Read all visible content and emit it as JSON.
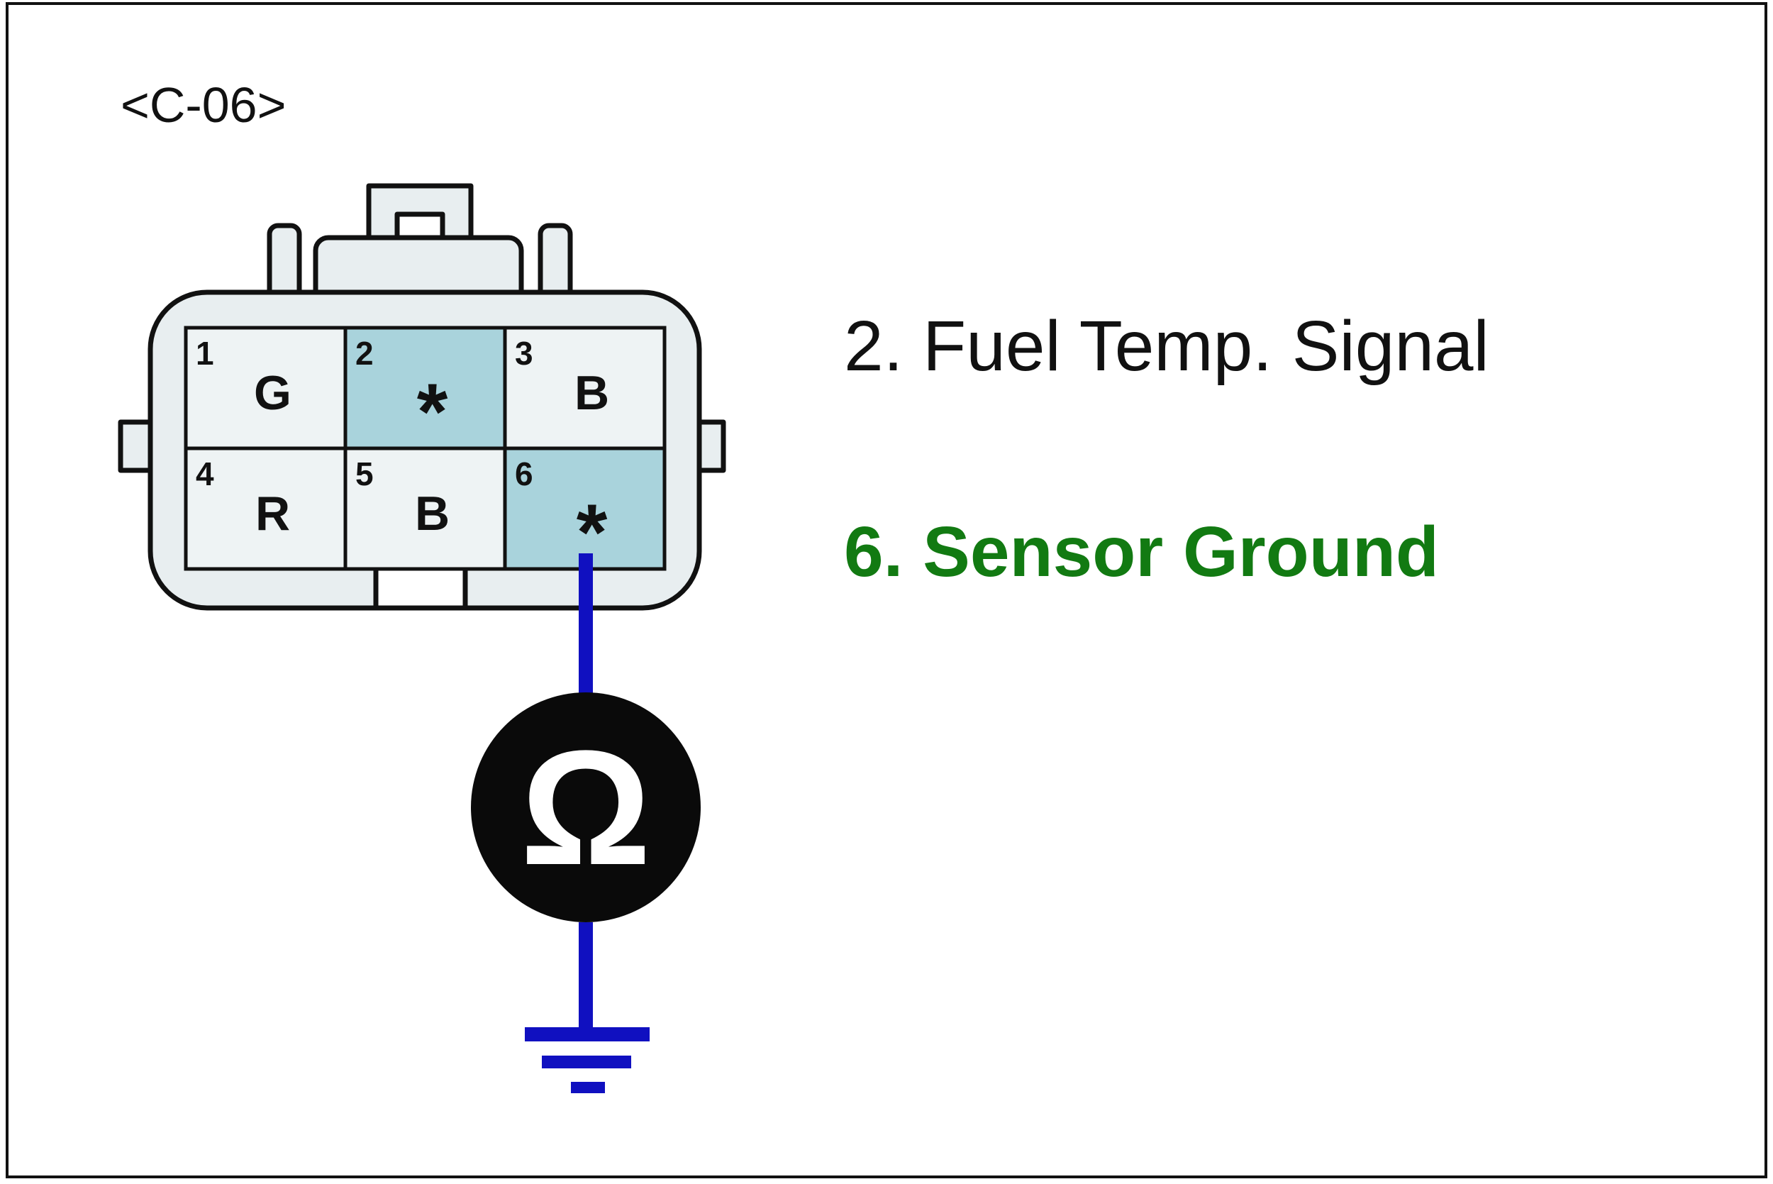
{
  "connector": {
    "id_label": "<C-06>",
    "pins": [
      {
        "num": "1",
        "code": "G",
        "highlighted": false
      },
      {
        "num": "2",
        "code": "*",
        "highlighted": true
      },
      {
        "num": "3",
        "code": "B",
        "highlighted": false
      },
      {
        "num": "4",
        "code": "R",
        "highlighted": false
      },
      {
        "num": "5",
        "code": "B",
        "highlighted": false
      },
      {
        "num": "6",
        "code": "*",
        "highlighted": true
      }
    ]
  },
  "legend": {
    "line1": "2. Fuel Temp. Signal",
    "line2": "6. Sensor Ground"
  },
  "meter": {
    "symbol": "Ω",
    "icon": "ohmmeter-icon"
  },
  "colors": {
    "connector_fill": "#e8eef0",
    "pin_fill": "#eef3f4",
    "pin_highlight": "#a9d3dc",
    "wire": "#1010c0",
    "legend_line2": "#127a12",
    "text": "#111111"
  }
}
